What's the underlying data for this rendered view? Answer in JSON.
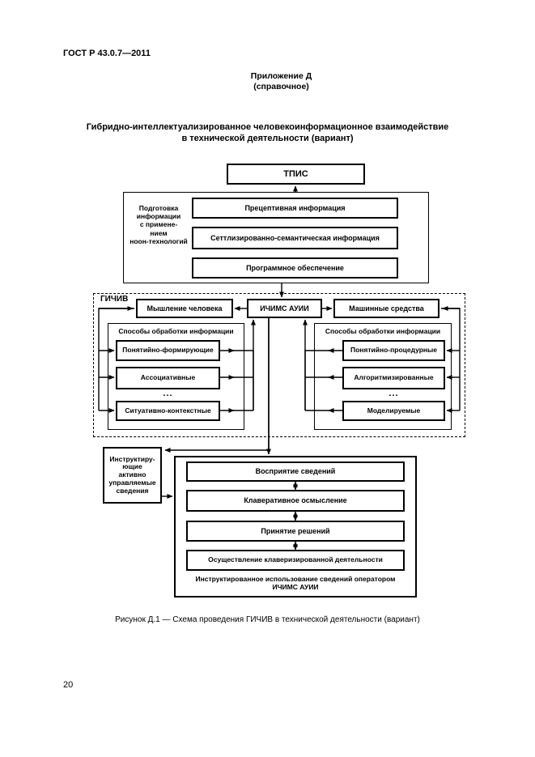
{
  "page": {
    "standard_ref": "ГОСТ Р 43.0.7—2011",
    "appendix_label": "Приложение Д",
    "appendix_kind": "(справочное)",
    "doc_title": "Гибридно-интеллектуализированное человекоинформационное взаимодействие\nв технической деятельности (вариант)",
    "figure_caption": "Рисунок Д.1 — Схема проведения ГИЧИВ в технической деятельности (вариант)",
    "page_number": "20"
  },
  "diagram": {
    "tpis": "ТПИС",
    "prep": {
      "side_label": "Подготовка\nинформации\nс примене-\nнием\nноон-технологий",
      "boxes": [
        "Прецептивная информация",
        "Сеттлизированно-семантическая информация",
        "Программное обеспечение"
      ]
    },
    "gichiv": {
      "label": "ГИЧИВ",
      "human": "Мышление человека",
      "center": "ИЧИМС АУИИ",
      "machine": "Машинные средства",
      "left_group": {
        "title": "Способы обработки информации",
        "items": [
          "Понятийно-формирующие",
          "Ассоциативные",
          "Ситуативно-контекстные"
        ],
        "ellipsis": "..."
      },
      "right_group": {
        "title": "Способы обработки информации",
        "items": [
          "Понятийно-процедурные",
          "Алгоритмизированные",
          "Моделируемые"
        ],
        "ellipsis": "..."
      }
    },
    "bottom": {
      "side_box": "Инструктиру-\nющие\nактивно\nуправляемые\nсведения",
      "steps": [
        "Восприятие сведений",
        "Клаверативное осмысление",
        "Принятие решений",
        "Осуществление клаверизированной деятельности"
      ],
      "footer": "Инструктированное использование сведений оператором\nИЧИМС АУИИ"
    }
  }
}
